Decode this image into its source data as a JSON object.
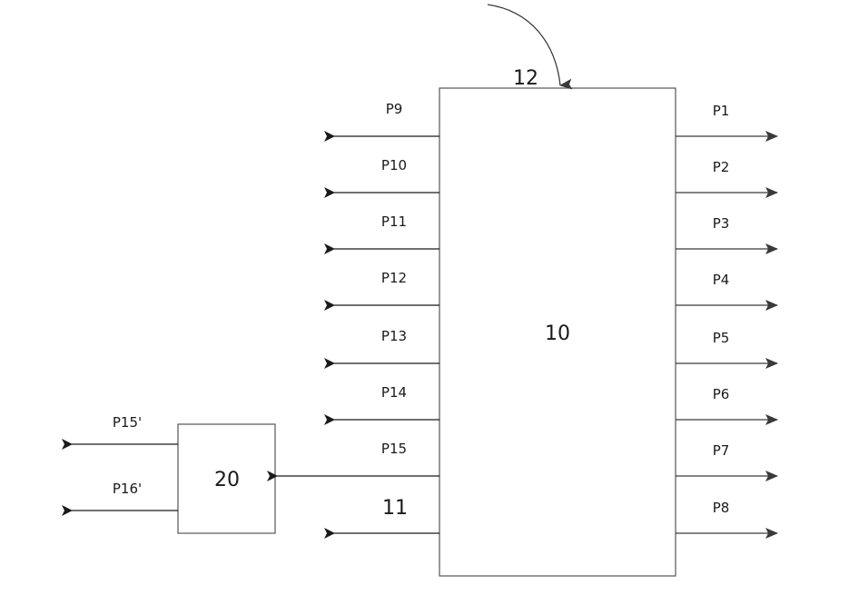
{
  "blocks": {
    "main": {
      "label": "10"
    },
    "secondary": {
      "label": "20"
    }
  },
  "reference_labels": {
    "input_arrow": "12",
    "port_11": "11"
  },
  "right_ports": [
    {
      "label": "P1"
    },
    {
      "label": "P2"
    },
    {
      "label": "P3"
    },
    {
      "label": "P4"
    },
    {
      "label": "P5"
    },
    {
      "label": "P6"
    },
    {
      "label": "P7"
    },
    {
      "label": "P8"
    }
  ],
  "left_ports": [
    {
      "label": "P9"
    },
    {
      "label": "P10"
    },
    {
      "label": "P11"
    },
    {
      "label": "P12"
    },
    {
      "label": "P13"
    },
    {
      "label": "P14"
    },
    {
      "label": "P15"
    }
  ],
  "secondary_outputs": [
    {
      "label": "P15'"
    },
    {
      "label": "P16'"
    }
  ],
  "colors": {
    "line": "#1a1a1a",
    "arrow_right": "#3a3a3a",
    "box_border": "#555555"
  }
}
